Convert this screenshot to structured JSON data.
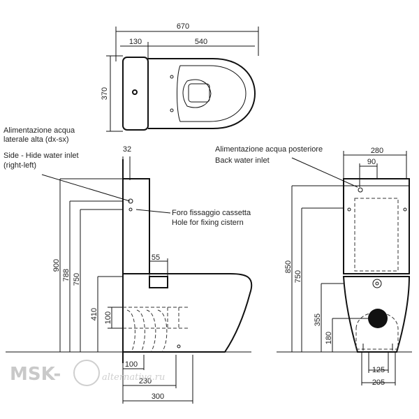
{
  "top_view": {
    "dims": {
      "total_length": "670",
      "cistern_depth": "130",
      "bowl_length": "540",
      "width": "370"
    }
  },
  "side_view": {
    "note_side_inlet_it_1": "Alimentazione acqua",
    "note_side_inlet_it_2": "laterale alta (dx-sx)",
    "note_side_inlet_en_1": "Side - Hide water inlet",
    "note_side_inlet_en_2": "(right-left)",
    "note_fixing_it": "Foro fissaggio cassetta",
    "note_fixing_en": "Hole for fixing cistern",
    "dims": {
      "cistern_thickness": "32",
      "total_height": "900",
      "inlet_height": "788",
      "fixing_hole_height": "750",
      "outlet_height": "410",
      "outlet_diameter": "100",
      "spigot": "55",
      "outlet_offset": "100",
      "axis_230": "230",
      "axis_300": "300"
    }
  },
  "front_view": {
    "note_back_inlet_it": "Alimentazione acqua posteriore",
    "note_back_inlet_en": "Back water inlet",
    "dims": {
      "cistern_width": "280",
      "inlet_offset": "90",
      "total_height": "850",
      "fixing_height": "750",
      "outlet_height": "355",
      "foot_height": "180",
      "foot_inner": "125",
      "foot_outer": "205"
    }
  },
  "watermark": {
    "brand": "MSK-",
    "script": "alternativa.ru"
  },
  "colors": {
    "line": "#111111",
    "watermark": "#c9c9c9",
    "fill": "#111111"
  }
}
